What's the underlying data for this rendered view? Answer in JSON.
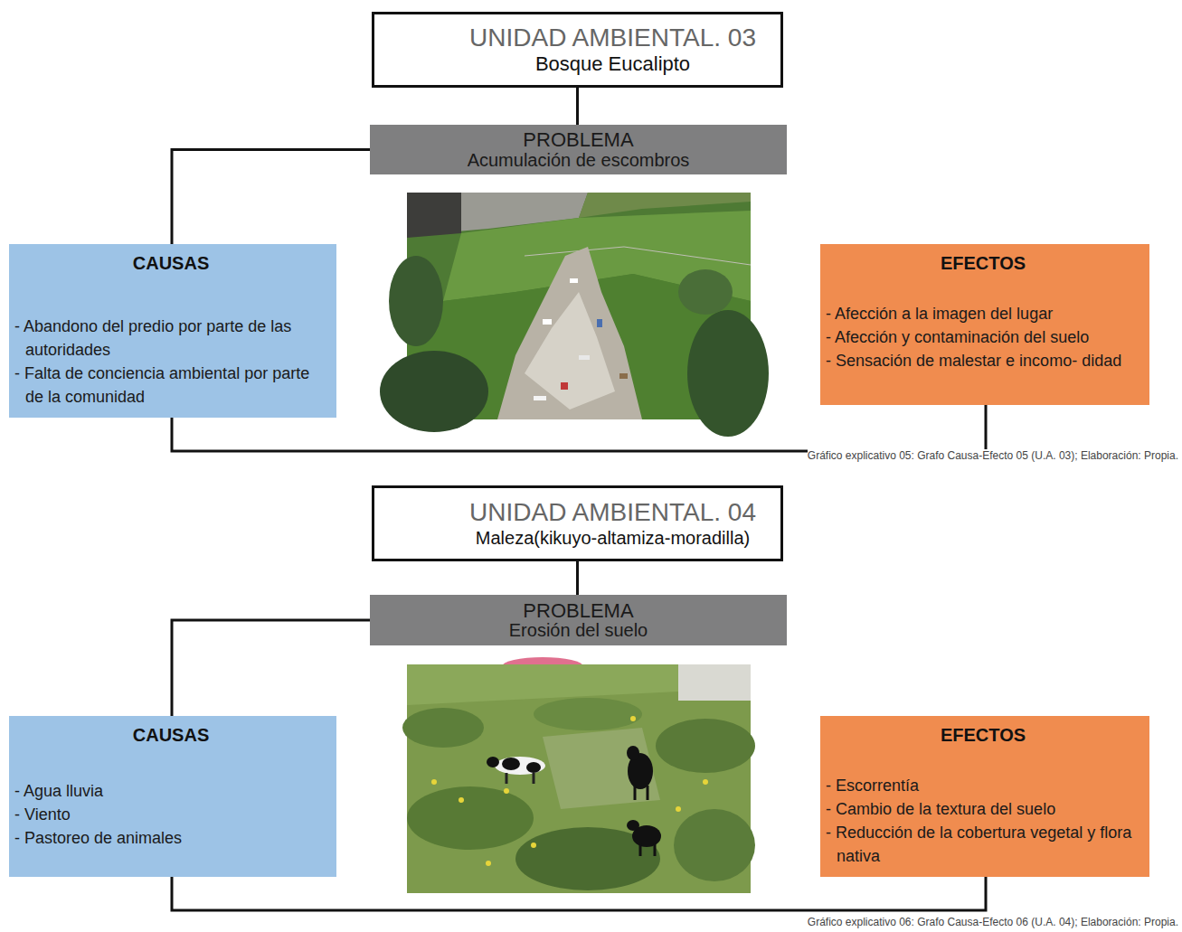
{
  "diagram": {
    "nodes": [
      {
        "text": [
          "UNIDAD AMBIENTAL. 03",
          "Bosque Eucalipto"
        ]
      },
      {
        "text": [
          "PROBLEMA",
          "Acumulación de escombros"
        ]
      },
      {
        "text": [
          "CAUSAS",
          "- Abandono del predio por parte de las autoridades",
          "- Falta de conciencia ambiental por parte de la comunidad"
        ]
      },
      {
        "text": [
          "EFECTOS",
          "- Afección a la imagen del lugar",
          "- Afección y contaminación del suelo",
          "- Sensación de malestar e incomo- didad"
        ]
      },
      {
        "text": [
          "UNIDAD AMBIENTAL. 04",
          "Maleza(kikuyo-altamiza-moradilla)"
        ]
      },
      {
        "text": [
          "PROBLEMA",
          "Erosión del suelo"
        ]
      },
      {
        "text": [
          "CAUSAS",
          "- Agua lluvia",
          "- Viento",
          "- Pastoreo de animales"
        ]
      },
      {
        "text": [
          "EFECTOS",
          "- Escorrentía",
          "- Cambio de la textura del suelo",
          "- Reducción de la cobertura vegetal y flora nativa"
        ]
      }
    ],
    "edges": [
      {
        "from": 0,
        "to": 1,
        "arrow": "none"
      },
      {
        "from": 1,
        "to": 2,
        "arrow": "none"
      },
      {
        "from": 2,
        "to": 3,
        "arrow": "none"
      },
      {
        "from": 4,
        "to": 5,
        "arrow": "none"
      },
      {
        "from": 5,
        "to": 6,
        "arrow": "none"
      },
      {
        "from": 6,
        "to": 7,
        "arrow": "none"
      }
    ],
    "labels": [
      "Gráfico explicativo 05: Grafo Causa-Efecto 05 (U.A. 03); Elaboración: Propia.",
      "Gráfico explicativo 06: Grafo Causa-Efecto 06 (U.A. 04); Elaboración: Propia."
    ]
  }
}
